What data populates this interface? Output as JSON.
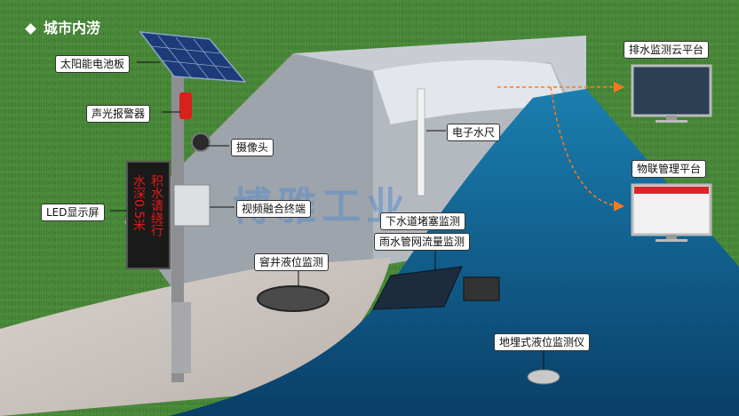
{
  "title": "城市内涝",
  "watermark": "博雅工业",
  "labels": {
    "solar_panel": "太阳能电池板",
    "alarm": "声光报警器",
    "camera": "摄像头",
    "led_screen": "LED显示屏",
    "video_terminal": "视频融合终端",
    "manhole_level": "窨井液位监测",
    "water_gauge": "电子水尺",
    "sewer_block": "下水道堵塞监测",
    "rain_flow": "雨水管网流量监测",
    "underground_level": "地埋式液位监测仪",
    "cloud_platform": "排水监测云平台",
    "iot_platform": "物联管理平台"
  },
  "led": {
    "left_text": "水深0.5米",
    "right_text": "积水请绕行"
  },
  "colors": {
    "grass": "#4a8a3a",
    "water": "#0e5a88",
    "wall": "#c8ccd2",
    "arrow": "#ff7a1a",
    "led_text": "#e31a1a"
  }
}
